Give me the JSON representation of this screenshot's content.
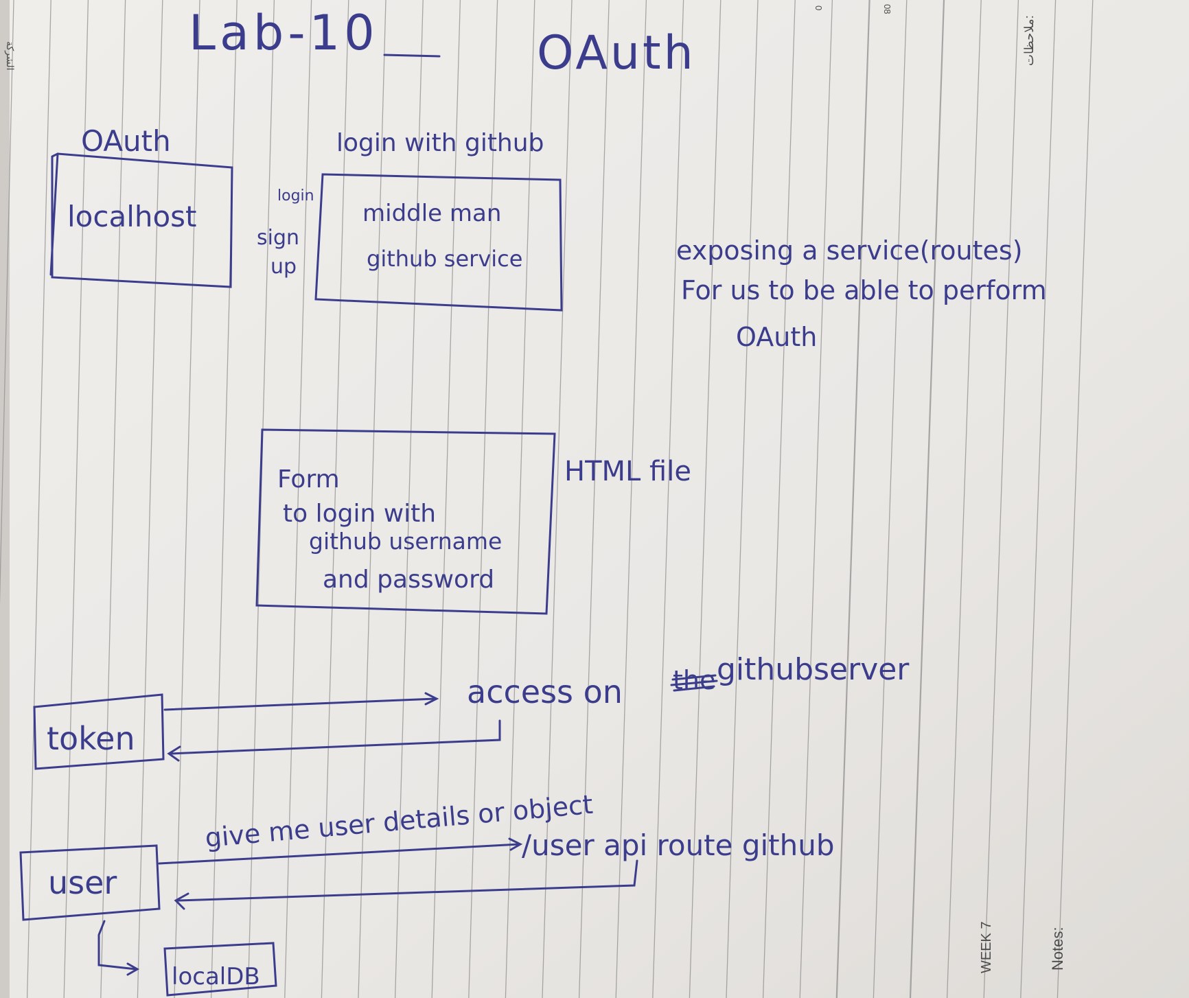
{
  "colors": {
    "paper": "#eceae7",
    "paper_shadow": "#d9d6d2",
    "ruled_line": "#8f8f8f",
    "ink": "#3b3d8c",
    "printed_text": "#4b4b4b"
  },
  "title": {
    "lab": "Lab-10",
    "topic": "OAuth"
  },
  "diagram1": {
    "oauth_label": "OAuth",
    "localhost_box": "localhost",
    "login_with_github": "login with github",
    "login": "login",
    "sign": "sign",
    "up": "up",
    "middle_man": "middle man",
    "github_service": "github service"
  },
  "note": {
    "line1": "exposing a service(routes)",
    "line2": "For us to be able to perform",
    "line3": "OAuth"
  },
  "form_box": {
    "line1": "Form",
    "line2": "to login with",
    "line3": "github username",
    "line4": "and password",
    "side_label": "HTML file"
  },
  "flow": {
    "token_box": "token",
    "access": "access on",
    "scribble": "the",
    "github_server": "githubserver",
    "give_me": "give me user details or object",
    "user_api": "/user api route github",
    "user_box": "user",
    "local_db": "localDB"
  },
  "notebook": {
    "arabic_notes": "ملاحظات:",
    "week": "WEEK 7",
    "notes": "Notes:",
    "left_edge": "الشركة",
    "top_digit1": "0",
    "top_digit2": "08"
  }
}
